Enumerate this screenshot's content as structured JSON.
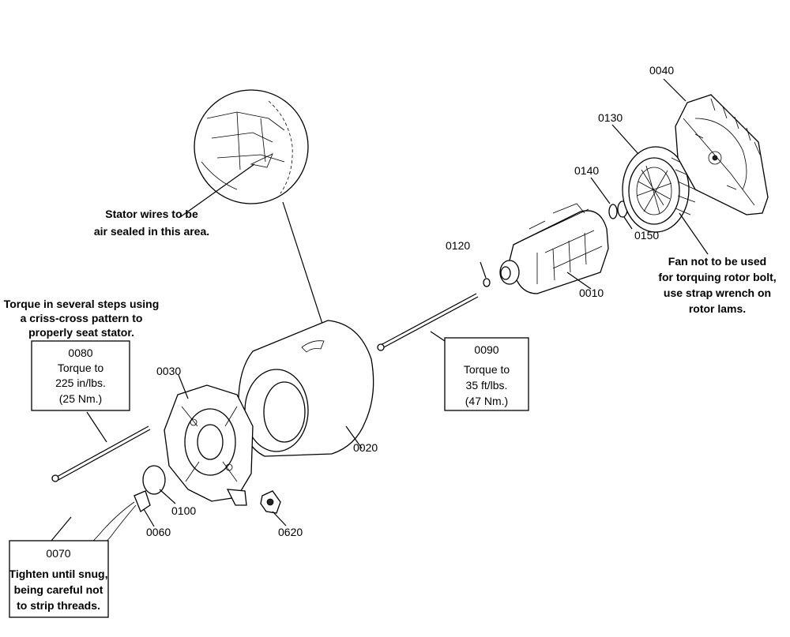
{
  "parts": {
    "p0010": "0010",
    "p0020": "0020",
    "p0030": "0030",
    "p0040": "0040",
    "p0060": "0060",
    "p0070": "0070",
    "p0080": "0080",
    "p0090": "0090",
    "p0100": "0100",
    "p0120": "0120",
    "p0130": "0130",
    "p0140": "0140",
    "p0150": "0150",
    "p0620": "0620"
  },
  "notes": {
    "stator_wires": [
      "Stator wires to be",
      "air sealed in this area."
    ],
    "torque_steps": [
      "Torque in several steps using",
      "a criss-cross pattern to",
      "properly seat stator."
    ],
    "box_0080": [
      "Torque to",
      "225 in/lbs.",
      "(25 Nm.)"
    ],
    "box_0090": [
      "Torque to",
      "35 ft/lbs.",
      "(47 Nm.)"
    ],
    "fan_note": [
      "Fan not to be used",
      "for torquing rotor bolt,",
      "use strap wrench on",
      "rotor lams."
    ],
    "box_0070": [
      "Tighten until snug,",
      "being careful not",
      "to strip threads."
    ]
  }
}
